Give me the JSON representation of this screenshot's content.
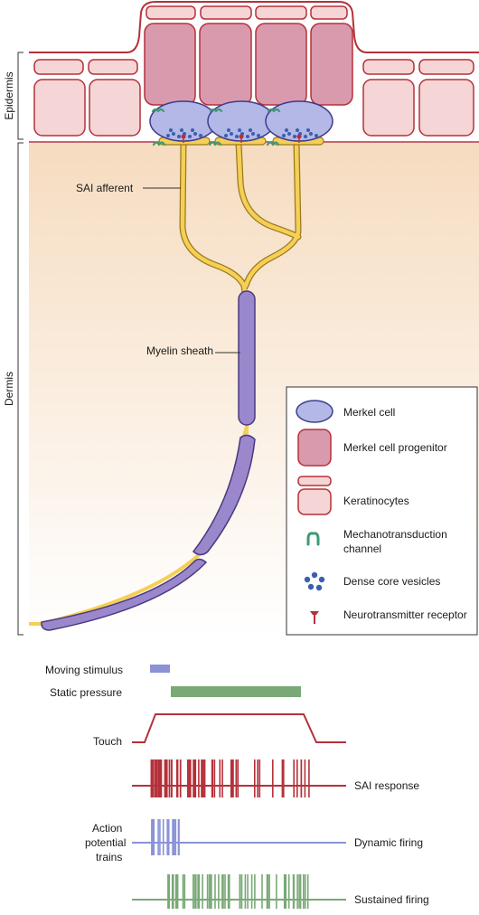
{
  "labels": {
    "epidermis": "Epidermis",
    "dermis": "Dermis",
    "sai_afferent": "SAI afferent",
    "myelin_sheath": "Myelin sheath"
  },
  "legend": {
    "merkel_cell": "Merkel cell",
    "merkel_progenitor": "Merkel cell progenitor",
    "keratinocytes": "Keratinocytes",
    "mechano_line1": "Mechanotransduction",
    "mechano_line2": "channel",
    "vesicles": "Dense core vesicles",
    "receptor": "Neurotransmitter receptor"
  },
  "traces": {
    "moving_stimulus": "Moving stimulus",
    "static_pressure": "Static pressure",
    "touch": "Touch",
    "sai_response": "SAI response",
    "ap_line1": "Action",
    "ap_line2": "potential",
    "ap_line3": "trains",
    "dynamic_firing": "Dynamic firing",
    "sustained_firing": "Sustained firing"
  },
  "colors": {
    "keratinocyte_fill": "#f5d5d5",
    "progenitor_fill": "#d99aae",
    "outline_red": "#b5313a",
    "merkel_fill": "#b3b8e6",
    "merkel_stroke": "#3d3d8e",
    "nerve_yellow": "#f5cf56",
    "myelin_purple": "#9b88cc",
    "mechano_green": "#3e9a72",
    "vesicle_blue": "#3a5fb0",
    "dermis_peach": "#f8e4cd",
    "dynamic_blue": "#8a93d6",
    "sustained_green": "#79a977",
    "touch_red": "#b5313a"
  }
}
